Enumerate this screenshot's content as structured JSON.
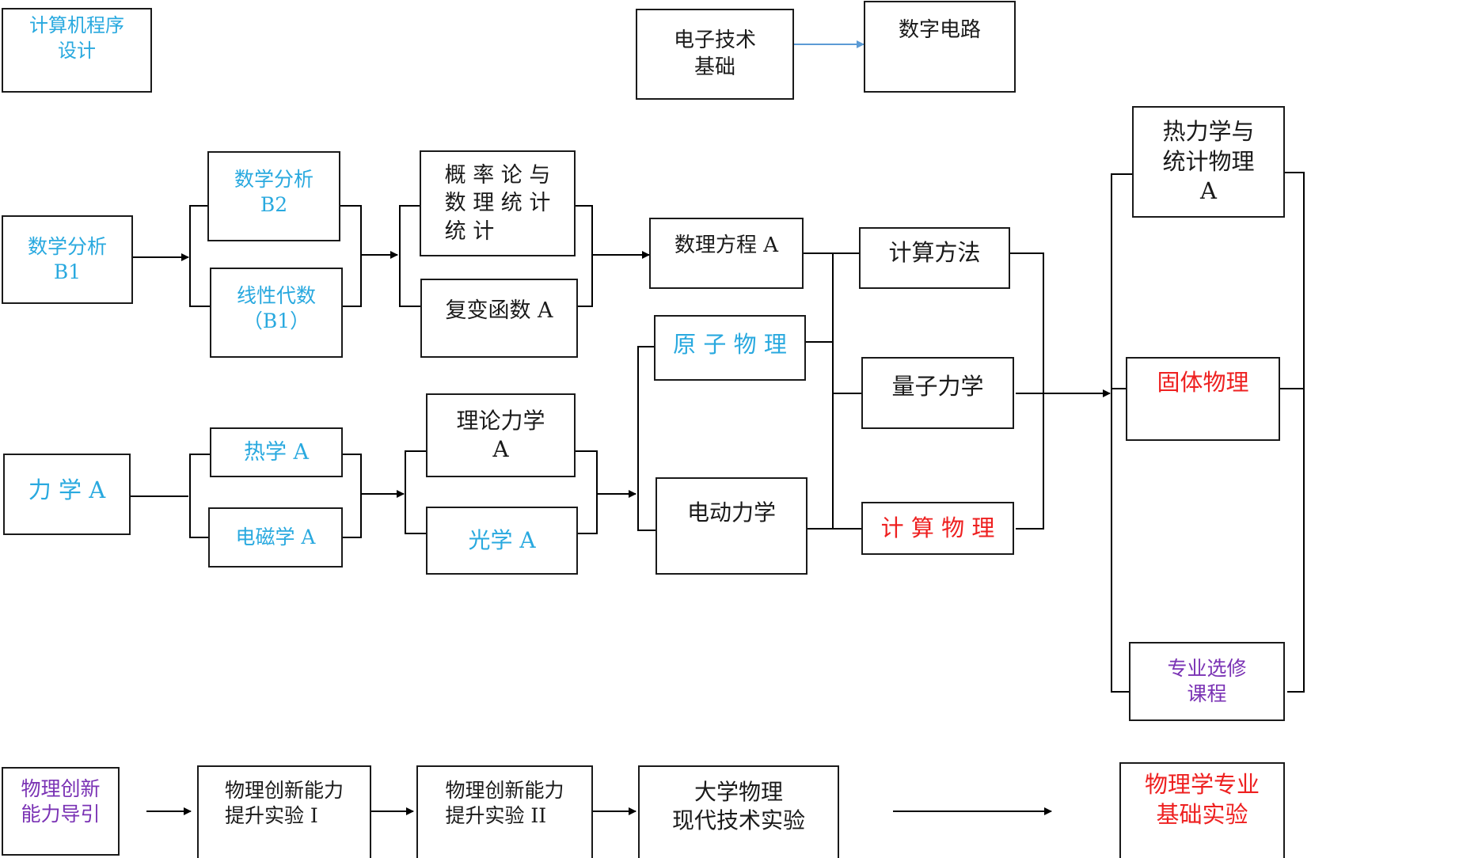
{
  "colors": {
    "cyan": "#29a9df",
    "red": "#ee2020",
    "purple": "#7a32b4",
    "black": "#1a1a1a",
    "blue_arrow": "#5b9bd5"
  },
  "nodes": {
    "cs_programming": {
      "text": "计算机程序\n设计",
      "color": "cyan"
    },
    "electronics": {
      "text": "电子技术\n基础",
      "color": "black"
    },
    "digital_circuit": {
      "text": "数字电路",
      "color": "black"
    },
    "math_analysis_b1": {
      "text": "数学分析\nB1",
      "color": "cyan"
    },
    "math_analysis_b2": {
      "text": "数学分析\nB2",
      "color": "cyan"
    },
    "linear_algebra": {
      "text": "线性代数\n（B1）",
      "color": "cyan"
    },
    "probability": {
      "text": "概 率 论 与\n数 理 统 计\n统         计",
      "color": "black"
    },
    "complex_func": {
      "text": "复变函数 A",
      "color": "black"
    },
    "math_physics_eq": {
      "text": "数理方程  A",
      "color": "black"
    },
    "atomic_physics": {
      "text": "原 子 物 理",
      "color": "cyan"
    },
    "computing_methods": {
      "text": "计算方法",
      "color": "black"
    },
    "quantum_mech": {
      "text": "量子力学",
      "color": "black"
    },
    "computational_physics": {
      "text": "计 算 物 理",
      "color": "red"
    },
    "thermo_stat": {
      "text": "热力学与\n统计物理\nA",
      "color": "black"
    },
    "solid_state": {
      "text": "固体物理",
      "color": "red"
    },
    "elective": {
      "text": "专业选修\n课程",
      "color": "purple"
    },
    "mechanics_a": {
      "text": "力  学 A",
      "color": "cyan"
    },
    "thermal_a": {
      "text": "热学 A",
      "color": "cyan"
    },
    "em_a": {
      "text": "电磁学 A",
      "color": "cyan"
    },
    "theoretical_mech": {
      "text": "理论力学\nA",
      "color": "black"
    },
    "optics_a": {
      "text": "光学 A",
      "color": "cyan"
    },
    "electrodynamics": {
      "text": "电动力学",
      "color": "black"
    },
    "innov_intro": {
      "text": "物理创新\n能力导引",
      "color": "purple"
    },
    "innov_exp1": {
      "text": "物理创新能力\n提升实验 I",
      "color": "black"
    },
    "innov_exp2": {
      "text": "物理创新能力\n提升实验 II",
      "color": "black"
    },
    "modern_tech_exp": {
      "text": "大学物理\n现代技术实验",
      "color": "black"
    },
    "basic_exp": {
      "text": "物理学专业\n基础实验",
      "color": "red"
    }
  }
}
